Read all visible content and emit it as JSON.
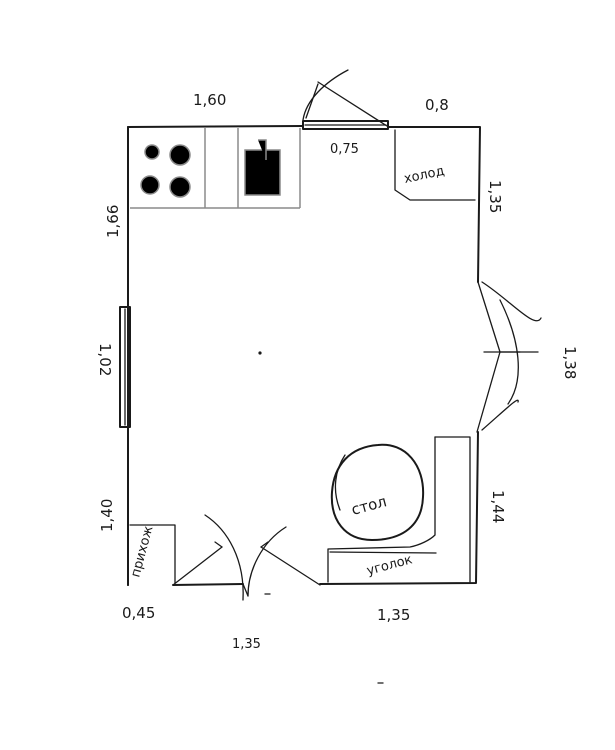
{
  "dimensions": {
    "top_left": "1,60",
    "top_window": "0,75",
    "top_right": "0,8",
    "left_top": "1,66",
    "left_window": "1,02",
    "left_bottom": "1,40",
    "right_top": "1,35",
    "right_door": "1,38",
    "right_bottom": "1,44",
    "bottom_left": "0,45",
    "bottom_door": "1,35",
    "bottom_right": "1,35"
  },
  "furniture": {
    "fridge": "холод",
    "table": "стол",
    "corner_sofa": "уголок",
    "hallway": "прихож"
  }
}
